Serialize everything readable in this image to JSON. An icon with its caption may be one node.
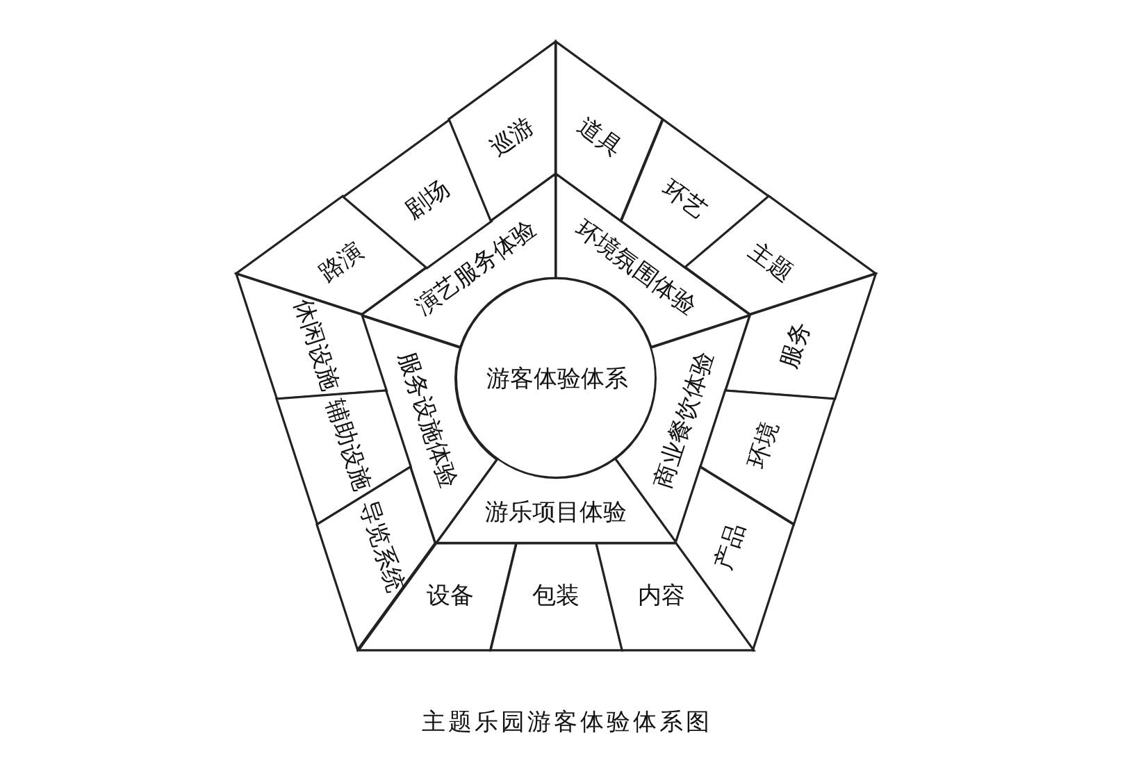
{
  "diagram": {
    "caption": "主题乐园游客体验体系图",
    "nodes": [
      {
        "text": [
          "游客体验体系"
        ]
      },
      {
        "text": [
          "演艺服务体验"
        ]
      },
      {
        "text": [
          "环境氛围体验"
        ]
      },
      {
        "text": [
          "商业餐饮体验"
        ]
      },
      {
        "text": [
          "游乐项目体验"
        ]
      },
      {
        "text": [
          "服务设施体验"
        ]
      },
      {
        "text": [
          "路演"
        ]
      },
      {
        "text": [
          "剧场"
        ]
      },
      {
        "text": [
          "巡游"
        ]
      },
      {
        "text": [
          "道具"
        ]
      },
      {
        "text": [
          "环艺"
        ]
      },
      {
        "text": [
          "主题"
        ]
      },
      {
        "text": [
          "服务"
        ]
      },
      {
        "text": [
          "环境"
        ]
      },
      {
        "text": [
          "产品"
        ]
      },
      {
        "text": [
          "设备"
        ]
      },
      {
        "text": [
          "包装"
        ]
      },
      {
        "text": [
          "内容"
        ]
      },
      {
        "text": [
          "休闲设施"
        ]
      },
      {
        "text": [
          "辅助设施"
        ]
      },
      {
        "text": [
          "导览系统"
        ]
      }
    ],
    "edges": []
  }
}
